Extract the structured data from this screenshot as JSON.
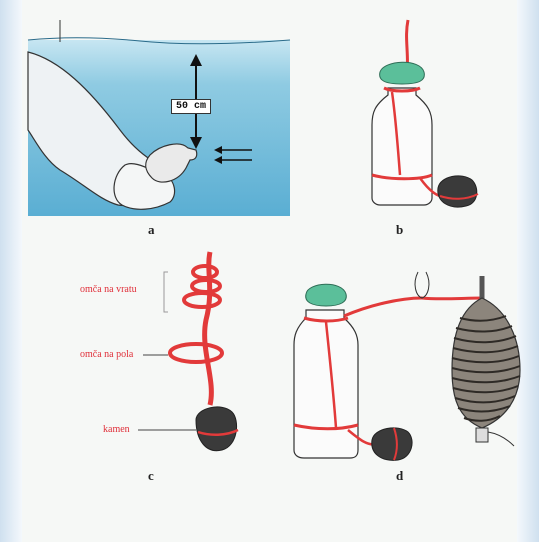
{
  "panels": {
    "a": {
      "label": "a",
      "measurement": "50 cm"
    },
    "b": {
      "label": "b"
    },
    "c": {
      "label": "c",
      "annotations": {
        "neck_loop": "omča na vratu",
        "half_loop": "omča na pola",
        "stone": "kamen"
      }
    },
    "d": {
      "label": "d"
    }
  },
  "colors": {
    "water": "#6fb7d6",
    "rope": "#e23a3a",
    "cap": "#5bbf9a",
    "stone": "#3a3a3a"
  }
}
